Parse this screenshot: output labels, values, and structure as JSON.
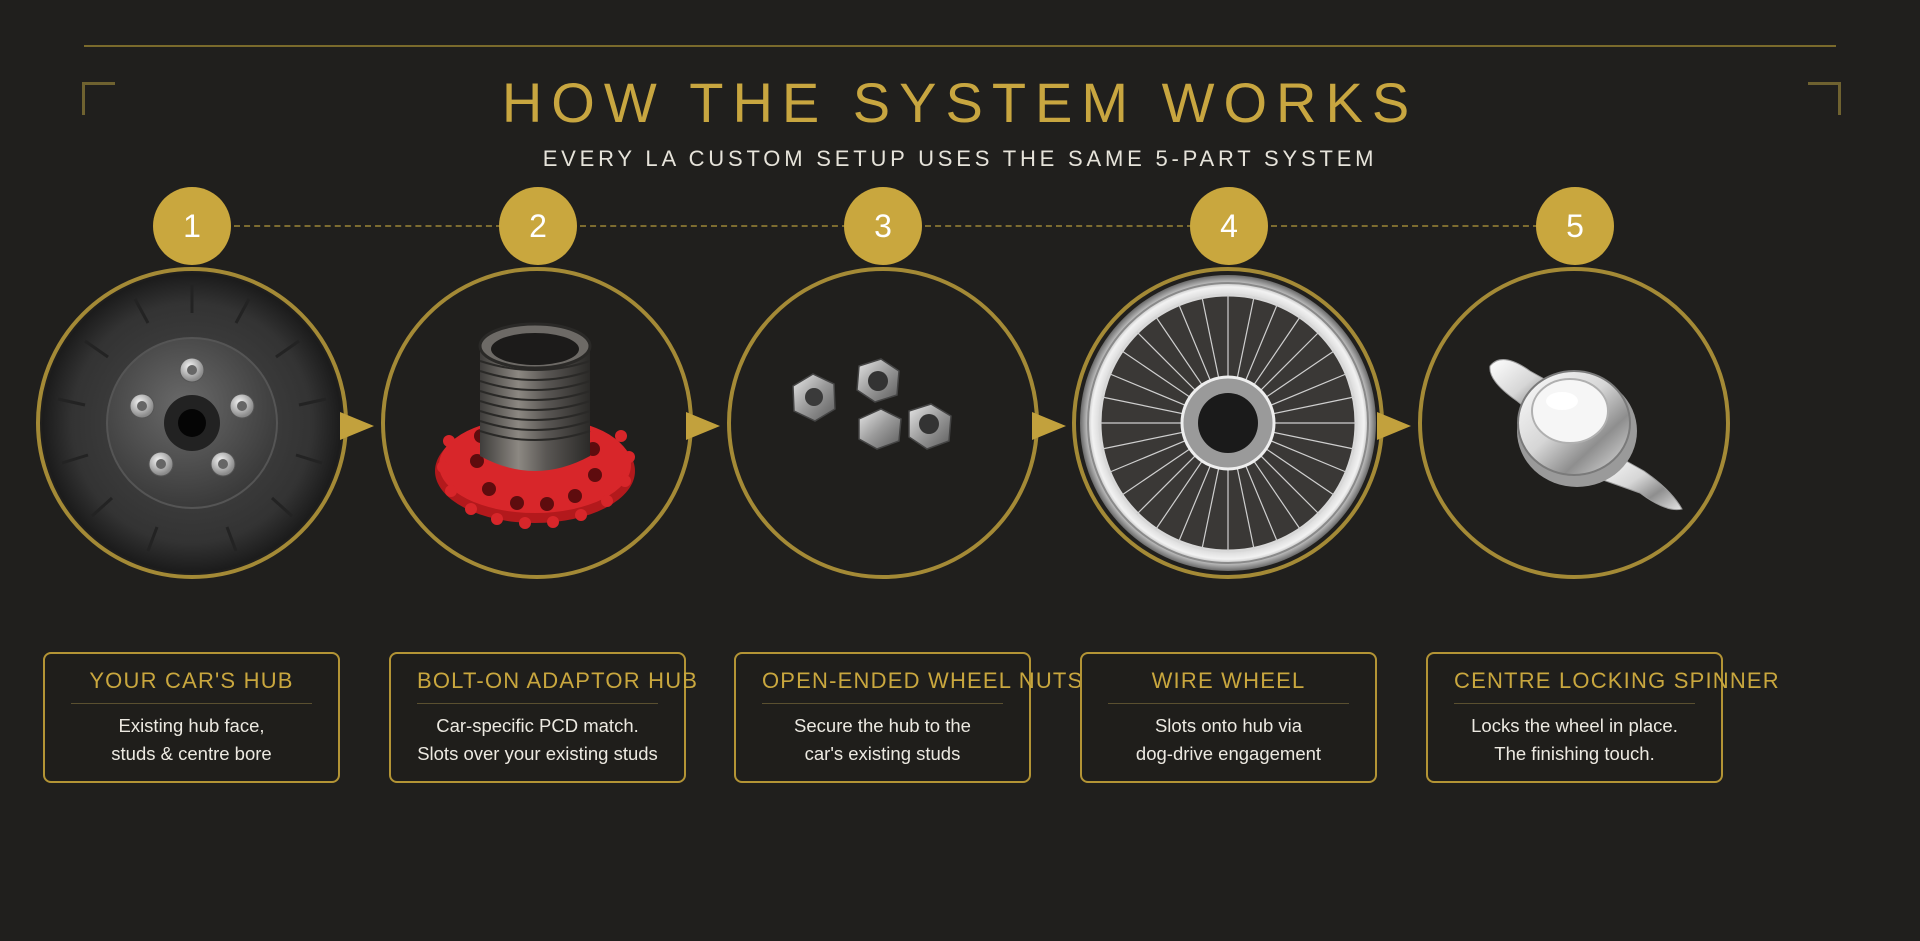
{
  "header": {
    "title": "HOW THE SYSTEM WORKS",
    "subtitle": "EVERY LA CUSTOM SETUP USES THE SAME 5-PART SYSTEM"
  },
  "colors": {
    "background": "#201f1d",
    "gold": "#c9a73e",
    "ring_border": "#a48a36",
    "text": "#ece9e1"
  },
  "steps": [
    {
      "number": "1",
      "title": "YOUR CAR'S HUB",
      "line1": "Existing hub face,",
      "line2": "studs & centre bore",
      "image": "car-hub-image"
    },
    {
      "number": "2",
      "title": "BOLT-ON ADAPTOR HUB",
      "line1": "Car-specific PCD match.",
      "line2": "Slots over your existing studs",
      "image": "adaptor-hub-image"
    },
    {
      "number": "3",
      "title": "OPEN-ENDED WHEEL NUTS",
      "line1": "Secure the hub to the",
      "line2": "car's existing studs",
      "image": "wheel-nuts-image"
    },
    {
      "number": "4",
      "title": "WIRE WHEEL",
      "line1": "Slots onto hub via",
      "line2": "dog-drive engagement",
      "image": "wire-wheel-image"
    },
    {
      "number": "5",
      "title": "CENTRE LOCKING SPINNER",
      "line1": "Locks the wheel in place.",
      "line2": "The finishing touch.",
      "image": "spinner-image"
    }
  ]
}
